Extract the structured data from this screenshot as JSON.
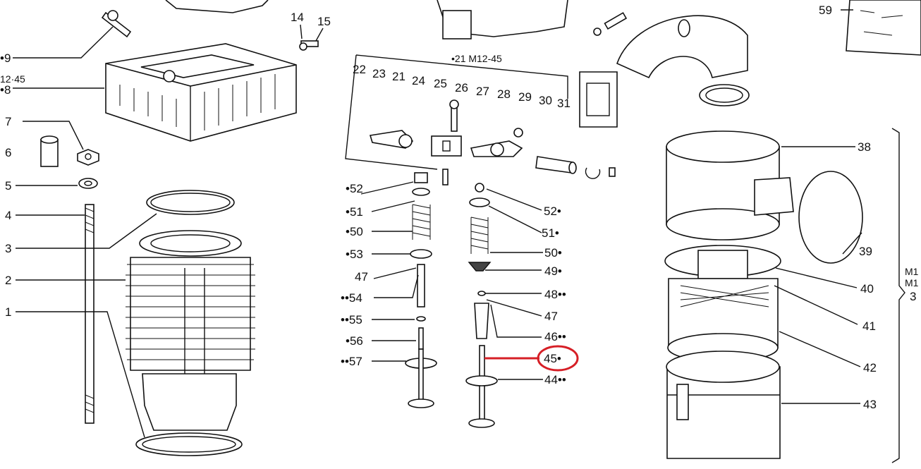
{
  "callout_labels": {
    "l9": "•9",
    "l12_45": "12·45",
    "l8": "•8",
    "l7": "7",
    "l6": "6",
    "l5": "5",
    "l4": "4",
    "l3": "3",
    "l2": "2",
    "l1": "1",
    "l14": "14",
    "l15": "15",
    "l21m": "•21 M12-45",
    "l22": "22",
    "l23": "23",
    "l21": "21",
    "l24": "24",
    "l25": "25",
    "l26": "26",
    "l27": "27",
    "l28": "28",
    "l29": "29",
    "l30": "30",
    "l31": "31",
    "l52a": "•52",
    "l51a": "•51",
    "l50a": "•50",
    "l53": "•53",
    "l47a": "47",
    "l54": "••54",
    "l55": "••55",
    "l56": "•56",
    "l57": "••57",
    "l52b": "52•",
    "l51b": "51•",
    "l50b": "50•",
    "l49": "49•",
    "l48": "48••",
    "l47b": "47",
    "l46": "46••",
    "l45": "45•",
    "l44": "44••",
    "l59": "59",
    "l38": "38",
    "l39": "39",
    "l40": "40",
    "l41": "41",
    "l42": "42",
    "l43": "43",
    "lm1": "M1",
    "lm2": "M1",
    "l3r": "3"
  },
  "highlight": {
    "part": "45",
    "color": "#d61f26"
  }
}
